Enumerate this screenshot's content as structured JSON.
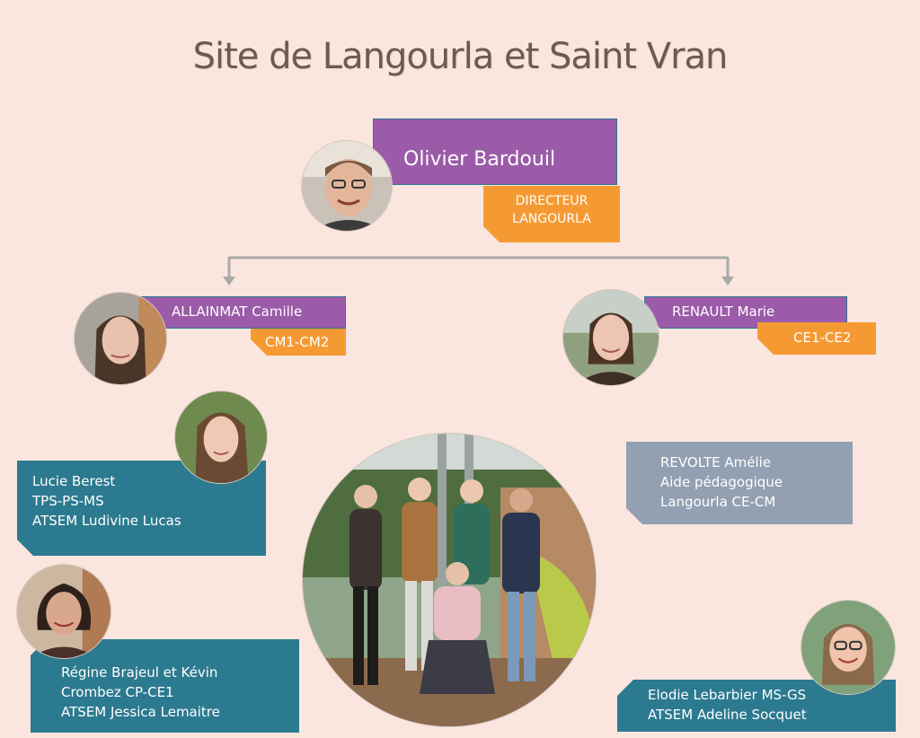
{
  "title": "Site de Langourla et Saint Vran",
  "director": {
    "name": "Olivier Bardouil",
    "role_lines": [
      "DIRECTEUR",
      "LANGOURLA"
    ]
  },
  "teacher_left": {
    "name": "ALLAINMAT Camille",
    "class": "CM1-CM2"
  },
  "teacher_right": {
    "name": "RENAULT Marie",
    "class": "CE1-CE2"
  },
  "lucie": {
    "lines": [
      "Lucie Berest",
      "TPS-PS-MS",
      "ATSEM Ludivine Lucas"
    ]
  },
  "regine": {
    "lines": [
      "Régine Brajeul et Kévin",
      "Crombez CP-CE1",
      "ATSEM Jessica Lemaitre"
    ]
  },
  "revolte": {
    "lines": [
      "REVOLTE Amélie",
      "Aide pédagogique",
      "Langourla CE-CM"
    ]
  },
  "elodie": {
    "lines": [
      "Elodie Lebarbier  MS-GS",
      "ATSEM Adeline Socquet"
    ]
  },
  "colors": {
    "background": "#fae6df",
    "purple": "#9b5ba8",
    "orange": "#f59a33",
    "teal": "#2c7a8f",
    "grey": "#93a0b2",
    "title": "#6b5b50"
  }
}
